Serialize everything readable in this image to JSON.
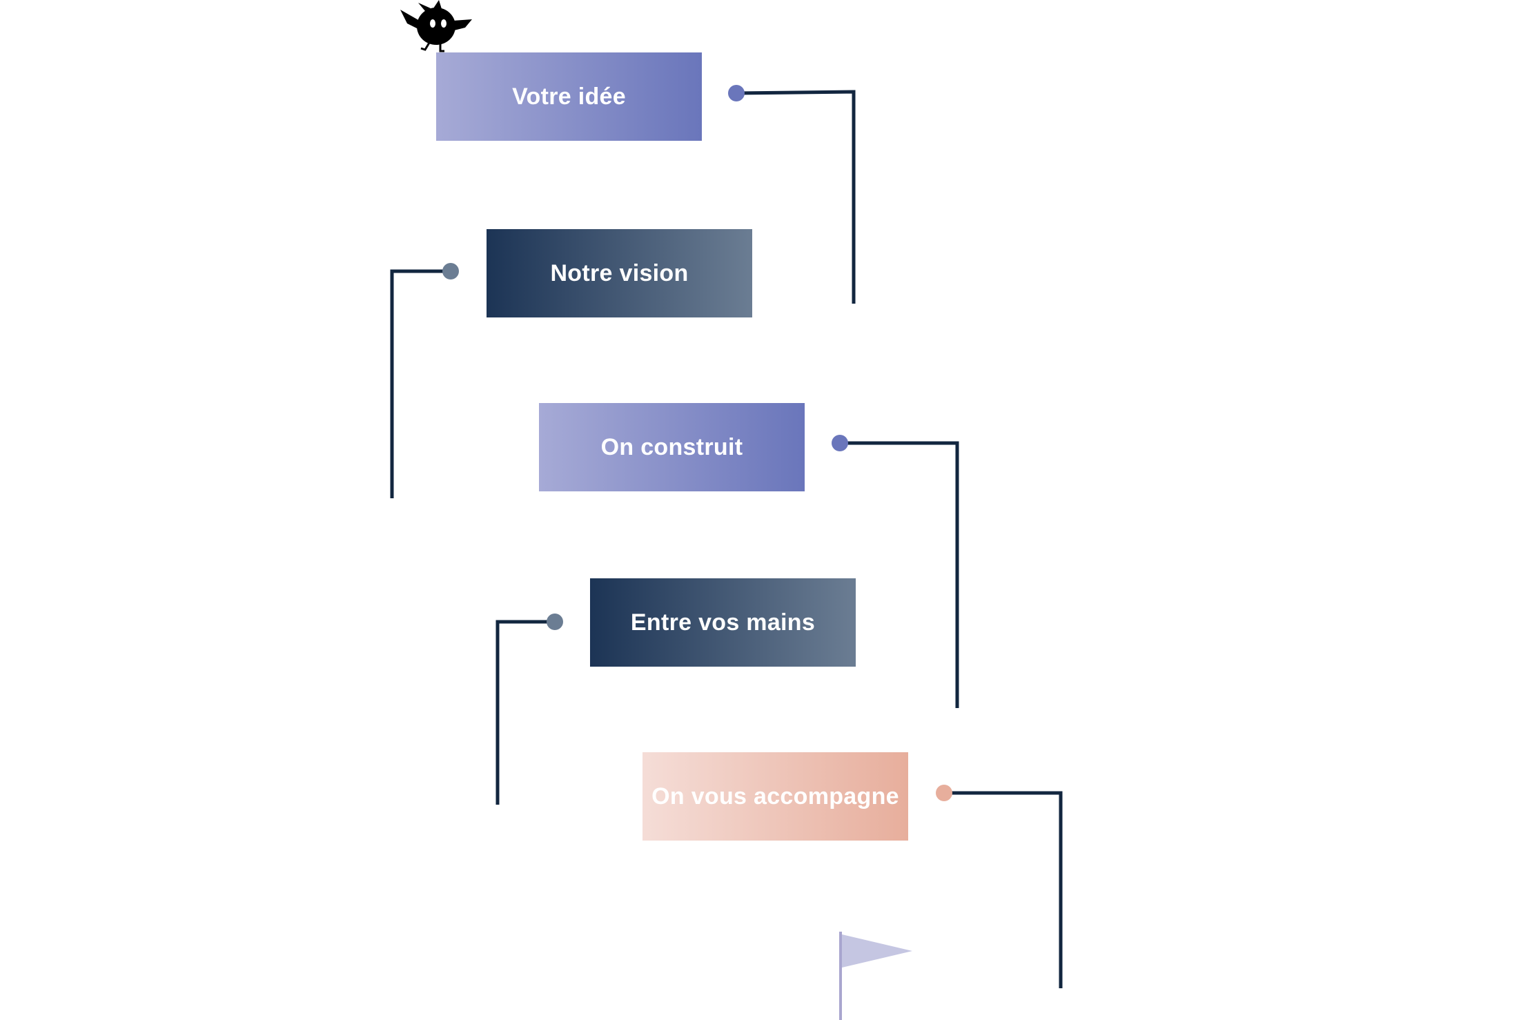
{
  "diagram": {
    "steps": [
      {
        "label": "Votre idée",
        "style": "purple"
      },
      {
        "label": "Notre vision",
        "style": "navy"
      },
      {
        "label": "On construit",
        "style": "purple"
      },
      {
        "label": "Entre vos mains",
        "style": "navy"
      },
      {
        "label": "On vous accompagne",
        "style": "peach"
      }
    ],
    "colors": {
      "purple_start": "#a6aad6",
      "purple_end": "#6a76bb",
      "navy_start": "#1c3455",
      "navy_end": "#6b7d93",
      "peach_start": "#f5ddd7",
      "peach_end": "#e7ae9c",
      "connector_line": "#12263f",
      "dot_purple": "#6a76bb",
      "dot_navy": "#6b7d93",
      "dot_peach": "#e7ae9c",
      "flag": "#c5c6e2",
      "flag_pole": "#a9a6cf"
    },
    "icons": {
      "start": "bird-mascot-icon",
      "end": "finish-flag-icon"
    }
  }
}
